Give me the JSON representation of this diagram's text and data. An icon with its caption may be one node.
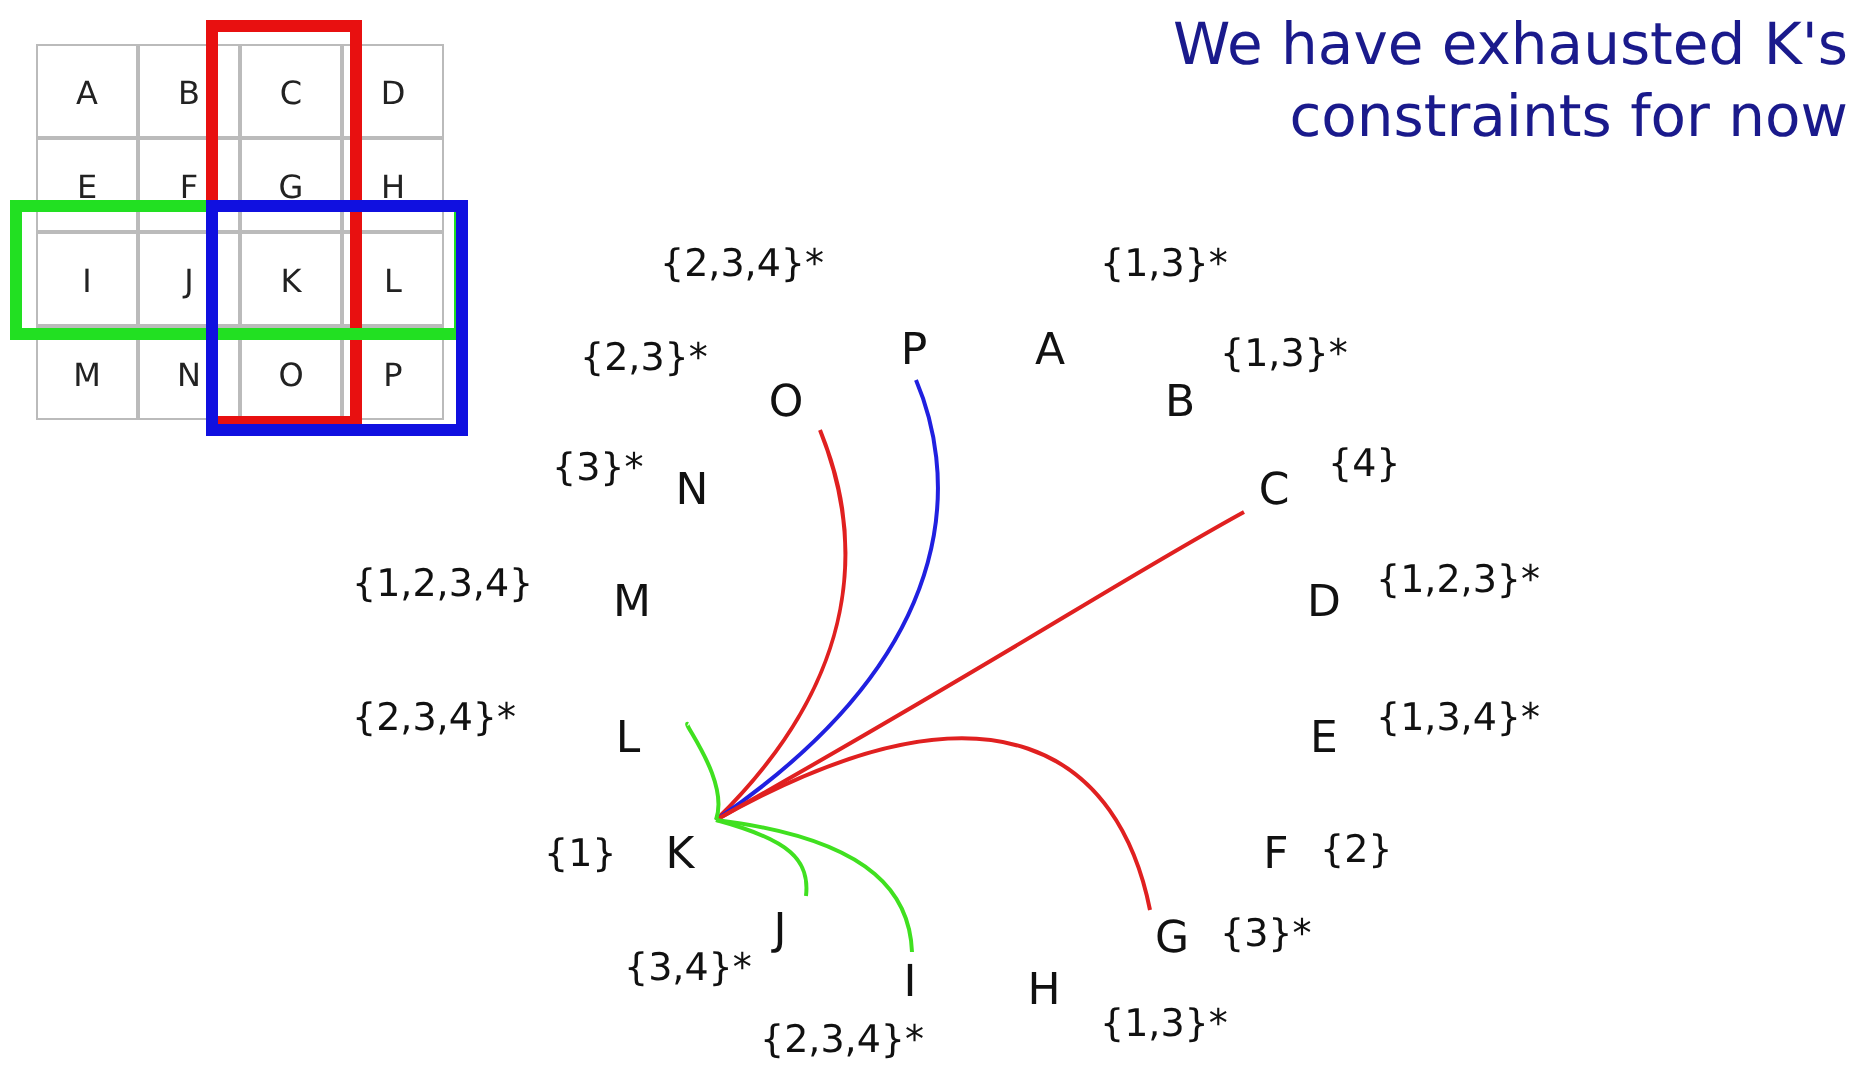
{
  "diagram": {
    "title": "We have exhausted K's constraints for now",
    "nodes": [
      {
        "text": [
          "P"
        ],
        "beside": [
          "{2,3,4}*"
        ]
      },
      {
        "text": [
          "A"
        ],
        "beside": [
          "{1,3}*"
        ]
      },
      {
        "text": [
          "B"
        ],
        "beside": [
          "{1,3}*"
        ]
      },
      {
        "text": [
          "C"
        ],
        "beside": [
          "{4}"
        ]
      },
      {
        "text": [
          "D"
        ],
        "beside": [
          "{1,2,3}*"
        ]
      },
      {
        "text": [
          "E"
        ],
        "beside": [
          "{1,3,4}*"
        ]
      },
      {
        "text": [
          "F"
        ],
        "beside": [
          "{2}"
        ]
      },
      {
        "text": [
          "G"
        ],
        "beside": [
          "{3}*"
        ]
      },
      {
        "text": [
          "H"
        ],
        "beside": [
          "{1,3}*"
        ]
      },
      {
        "text": [
          "I"
        ],
        "beside": [
          "{2,3,4}*"
        ]
      },
      {
        "text": [
          "J"
        ],
        "beside": [
          "{3,4}*"
        ]
      },
      {
        "text": [
          "K"
        ],
        "beside": [
          "{1}"
        ]
      },
      {
        "text": [
          "L"
        ],
        "beside": [
          "{2,3,4}*"
        ]
      },
      {
        "text": [
          "M"
        ],
        "beside": [
          "{1,2,3,4}"
        ]
      },
      {
        "text": [
          "N"
        ],
        "beside": [
          "{3}*"
        ]
      },
      {
        "text": [
          "O"
        ],
        "beside": [
          "{2,3}*"
        ]
      }
    ],
    "edges": [
      {
        "from": 11,
        "to": 15,
        "arrow": "none",
        "color": "#e02020"
      },
      {
        "from": 11,
        "to": 0,
        "arrow": "none",
        "color": "#2020e0"
      },
      {
        "from": 11,
        "to": 3,
        "arrow": "none",
        "color": "#e02020"
      },
      {
        "from": 11,
        "to": 7,
        "arrow": "none",
        "color": "#e02020"
      },
      {
        "from": 11,
        "to": 12,
        "arrow": "none",
        "color": "#40e020"
      },
      {
        "from": 11,
        "to": 10,
        "arrow": "none",
        "color": "#40e020"
      },
      {
        "from": 11,
        "to": 9,
        "arrow": "none",
        "color": "#40e020"
      }
    ],
    "labels": [
      "A",
      "B",
      "C",
      "D",
      "E",
      "F",
      "G",
      "H",
      "I",
      "J",
      "K",
      "L",
      "M",
      "N",
      "O",
      "P"
    ]
  }
}
